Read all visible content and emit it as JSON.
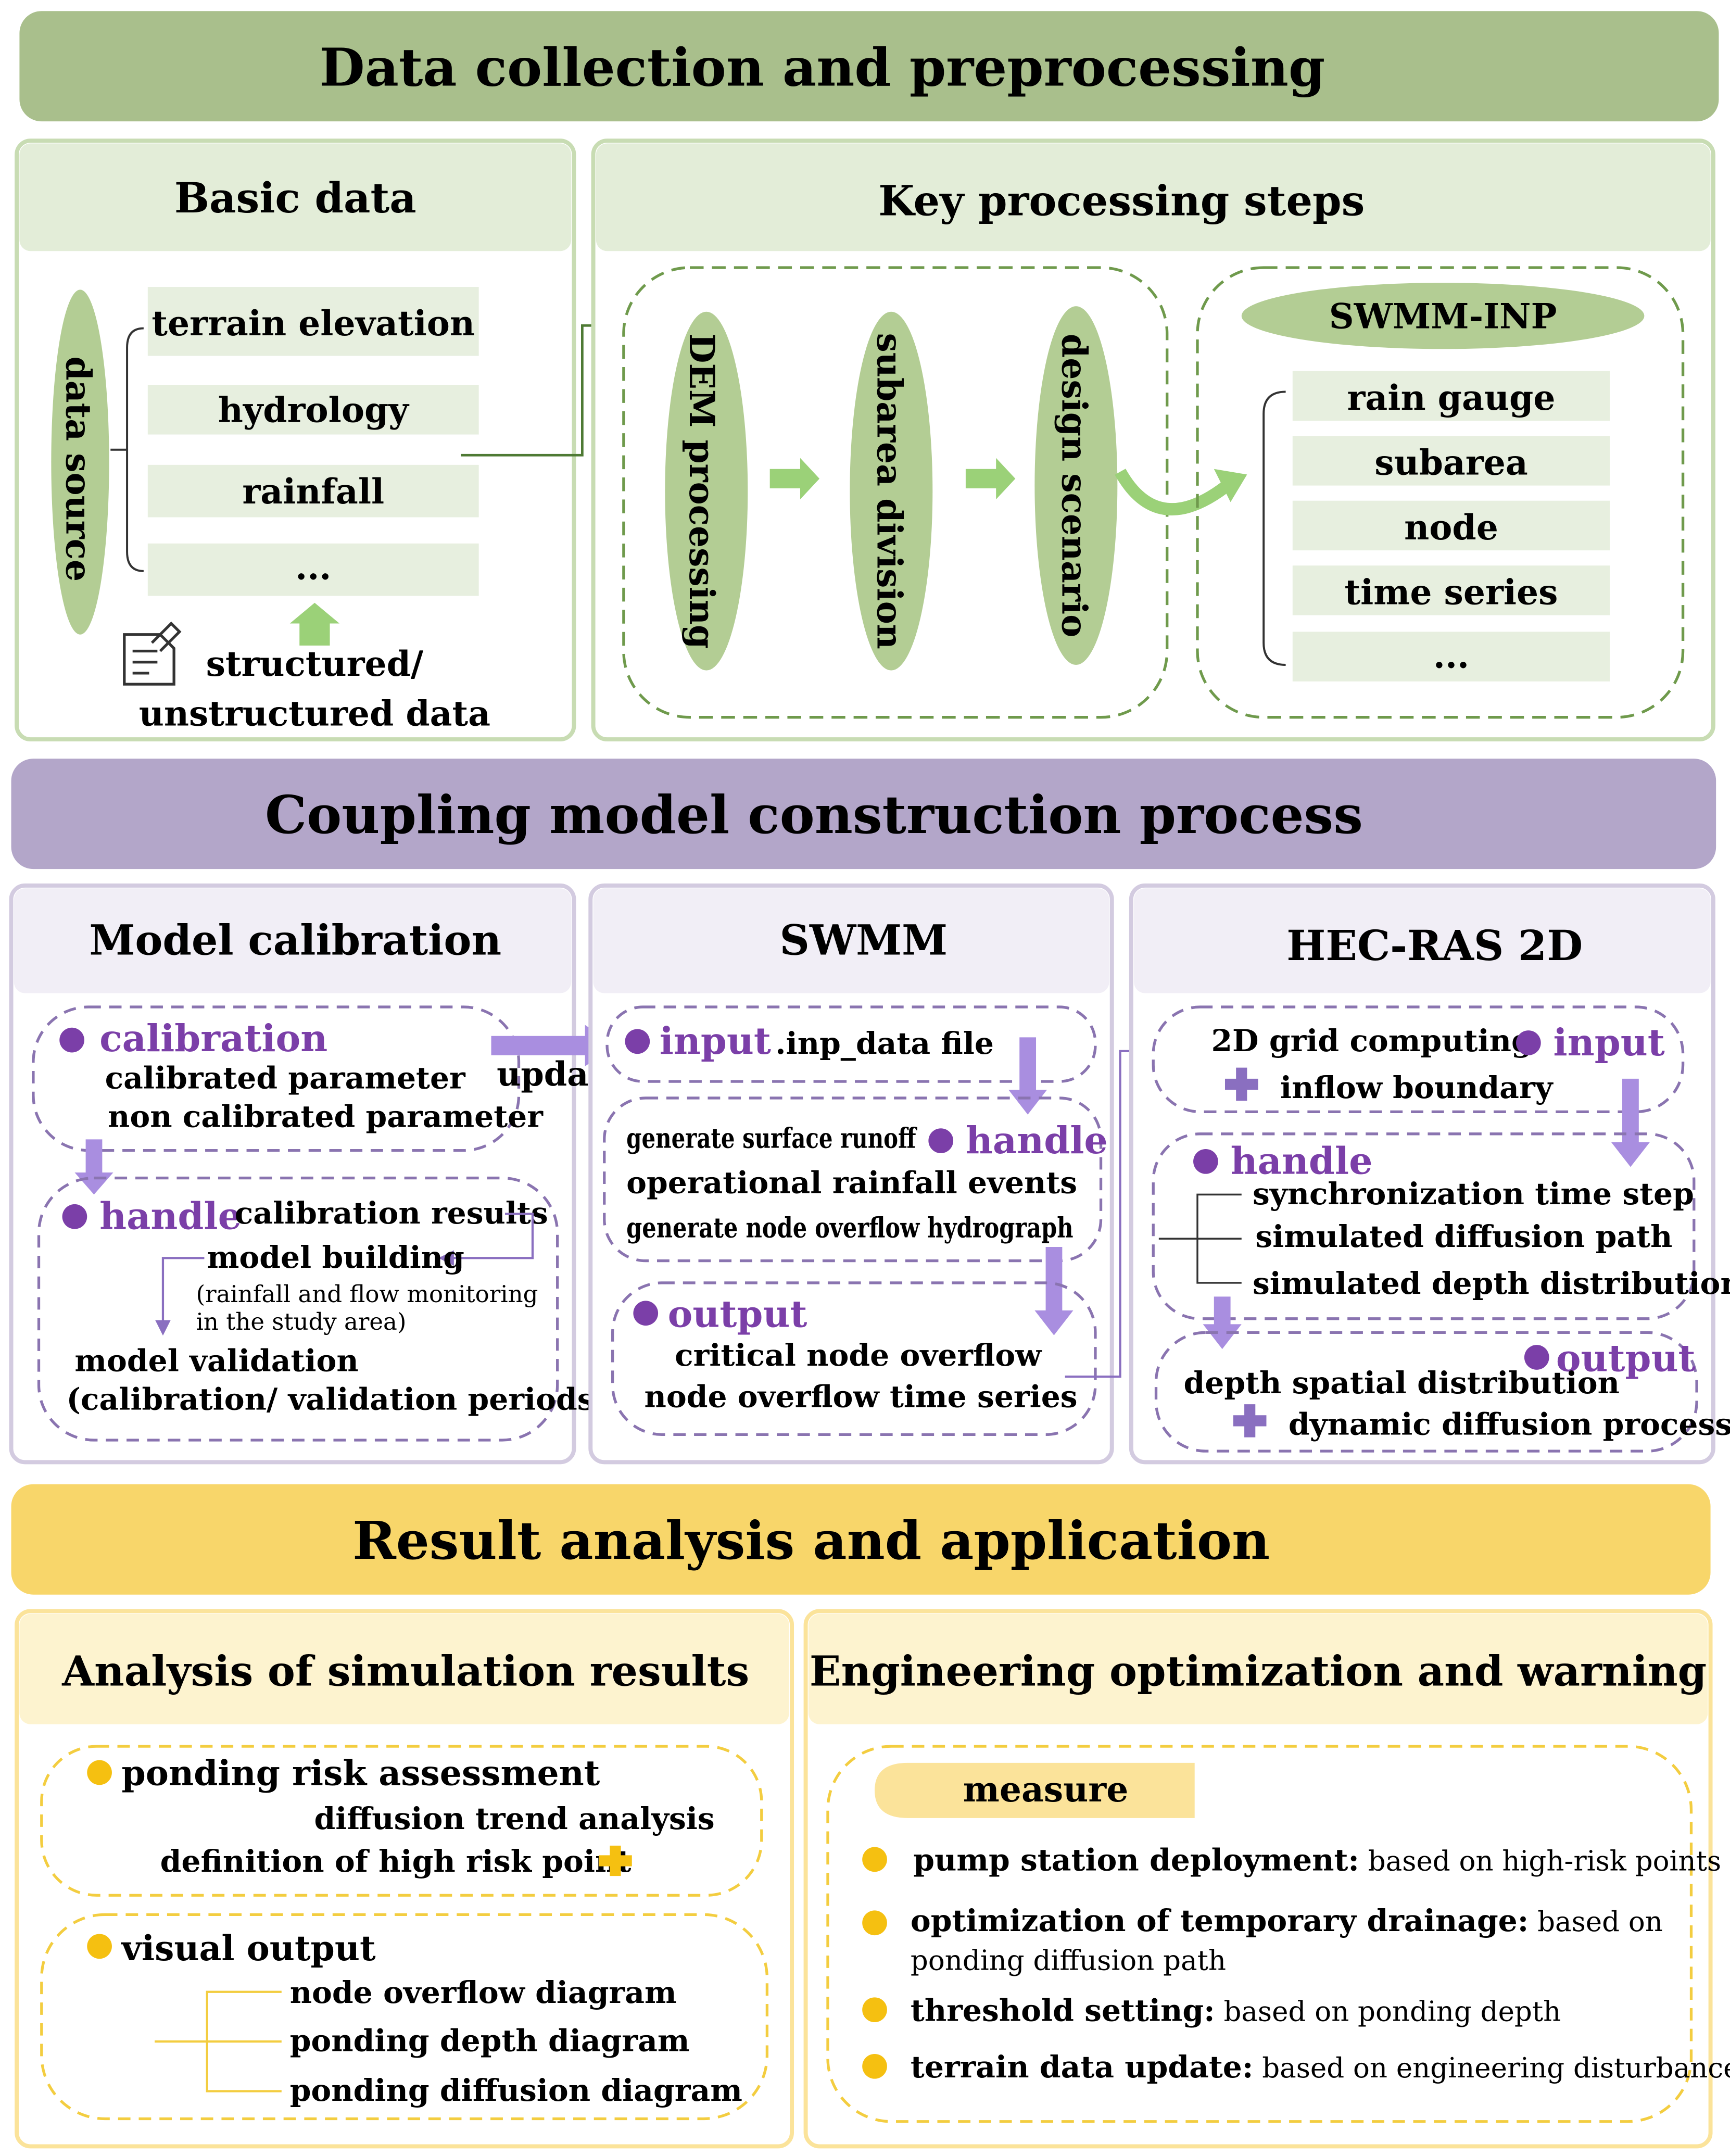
{
  "colors": {
    "green_band": "#a9bf8c",
    "green_panel_border": "#c8dcb3",
    "green_header": "#e3edd8",
    "green_box": "#e7efdf",
    "green_ellipse": "#b3cd94",
    "green_arrow": "#9bd178",
    "green_dashed": "#6f9a4c",
    "purple_band": "#b3a6c9",
    "purple_panel_border": "#d3cbe0",
    "purple_header": "#f1eef6",
    "purple_dashed": "#8a74b0",
    "purple_dot": "#7b3fa8",
    "purple_arrow": "#a98ee0",
    "yellow_band": "#f8d66a",
    "yellow_panel_border": "#fbe39a",
    "yellow_header": "#fdf3cf",
    "yellow_dot": "#f5c011",
    "yellow_dashed": "#f3cd40"
  },
  "section1": {
    "title": "Data collection and preprocessing",
    "basic_data": {
      "header": "Basic data",
      "data_source": "data source",
      "items": [
        "terrain elevation",
        "hydrology",
        "rainfall",
        "..."
      ],
      "note_line1": "structured/",
      "note_line2": "unstructured data",
      "icon": "document-icon"
    },
    "key_steps": {
      "header": "Key processing steps",
      "steps": [
        "DEM processing",
        "subarea division",
        "design scenario"
      ],
      "swmm_inp": {
        "title": "SWMM-INP",
        "items": [
          "rain gauge",
          "subarea",
          "node",
          "time series",
          "..."
        ]
      }
    }
  },
  "section2": {
    "title": "Coupling model construction process",
    "calibration": {
      "header": "Model calibration",
      "calib_label": "calibration",
      "calib_lines": [
        "calibrated parameter",
        "non calibrated parameter"
      ],
      "update_label": "update",
      "handle_label": "handle",
      "calibration_results": "calibration results",
      "model_building": "model building",
      "monitoring_line1": "(rainfall and flow monitoring",
      "monitoring_line2": "in the study area)",
      "validation_line1": "model validation",
      "validation_line2": "(calibration/ validation periods)"
    },
    "swmm": {
      "header": "SWMM",
      "input_label": "input",
      "input_text": ".inp_data file",
      "handle_label": "handle",
      "handle_lines": [
        "generate surface runoff",
        "operational rainfall events",
        "generate node overflow hydrograph"
      ],
      "output_label": "output",
      "output_lines": [
        "critical node overflow",
        "node overflow time series"
      ]
    },
    "hecras": {
      "header": "HEC-RAS 2D",
      "grid_text": "2D grid computing",
      "input_label": "input",
      "inflow_text": "inflow boundary",
      "handle_label": "handle",
      "handle_lines": [
        "synchronization time step",
        "simulated diffusion path",
        "simulated depth distribution"
      ],
      "output_label": "output",
      "output_lines": [
        "depth spatial distribution",
        "dynamic diffusion process"
      ]
    }
  },
  "section3": {
    "title": "Result analysis and application",
    "analysis": {
      "header": "Analysis of simulation results",
      "risk_title": "ponding risk assessment",
      "risk_lines": [
        "diffusion trend analysis",
        "definition of high risk point"
      ],
      "visual_title": "visual output",
      "visual_lines": [
        "node overflow diagram",
        "ponding depth diagram",
        "ponding diffusion diagram"
      ]
    },
    "engineering": {
      "header": "Engineering optimization and warning",
      "measure": "measure",
      "measures": [
        {
          "bold": "pump station deployment:",
          "rest": " based on high-risk points",
          "rest2": ""
        },
        {
          "bold": "optimization of temporary drainage:",
          "rest": " based on",
          "rest2": "ponding diffusion path"
        },
        {
          "bold": "threshold setting:",
          "rest": " based on ponding depth",
          "rest2": ""
        },
        {
          "bold": "terrain data update:",
          "rest": " based on engineering disturbance",
          "rest2": ""
        }
      ]
    }
  }
}
